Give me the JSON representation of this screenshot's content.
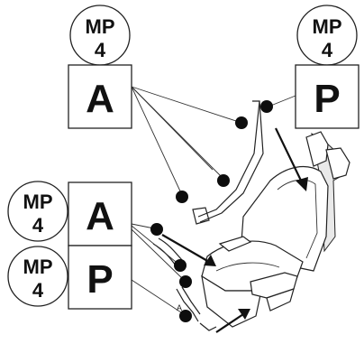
{
  "groups": [
    {
      "badge_top": "MP",
      "badge_bottom": "4",
      "letter": "A"
    },
    {
      "badge_top": "MP",
      "badge_bottom": "4",
      "letter": "P"
    },
    {
      "badge_top": "MP",
      "badge_bottom": "4",
      "letter": "A"
    },
    {
      "badge_top": "MP",
      "badge_bottom": "4",
      "letter": "P"
    }
  ]
}
